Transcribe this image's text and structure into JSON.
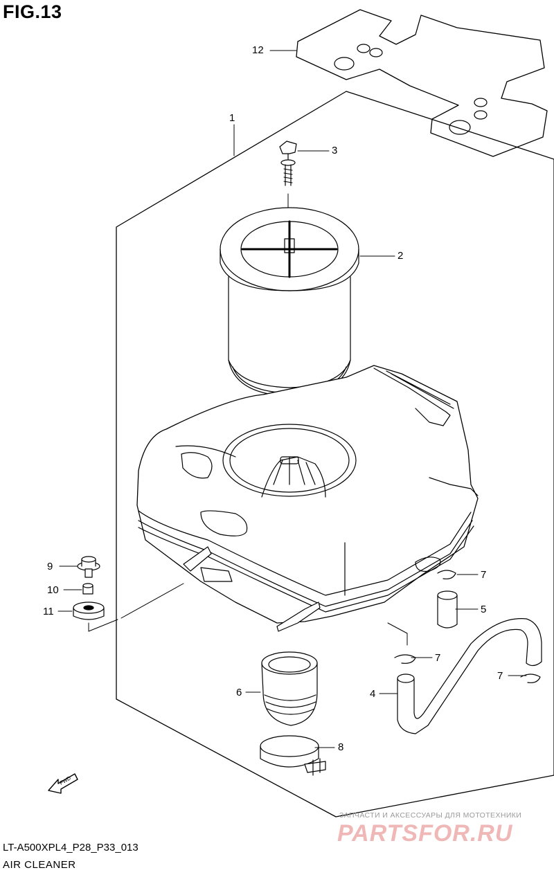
{
  "figure": {
    "title": "FIG.13",
    "code": "LT-A500XPL4_P28_P33_013",
    "name": "AIR CLEANER"
  },
  "callouts": [
    {
      "id": "1",
      "label": "1"
    },
    {
      "id": "2",
      "label": "2"
    },
    {
      "id": "3",
      "label": "3"
    },
    {
      "id": "4",
      "label": "4"
    },
    {
      "id": "5",
      "label": "5"
    },
    {
      "id": "6",
      "label": "6"
    },
    {
      "id": "7a",
      "label": "7"
    },
    {
      "id": "7b",
      "label": "7"
    },
    {
      "id": "7c",
      "label": "7"
    },
    {
      "id": "8",
      "label": "8"
    },
    {
      "id": "9",
      "label": "9"
    },
    {
      "id": "10",
      "label": "10"
    },
    {
      "id": "11",
      "label": "11"
    },
    {
      "id": "12",
      "label": "12"
    }
  ],
  "fwd_label": "FWD",
  "watermark": {
    "tagline": "ЗАПЧАСТИ И АКСЕССУАРЫ ДЛЯ МОТОТЕХНИКИ",
    "brand": "PARTSFOR.RU"
  }
}
